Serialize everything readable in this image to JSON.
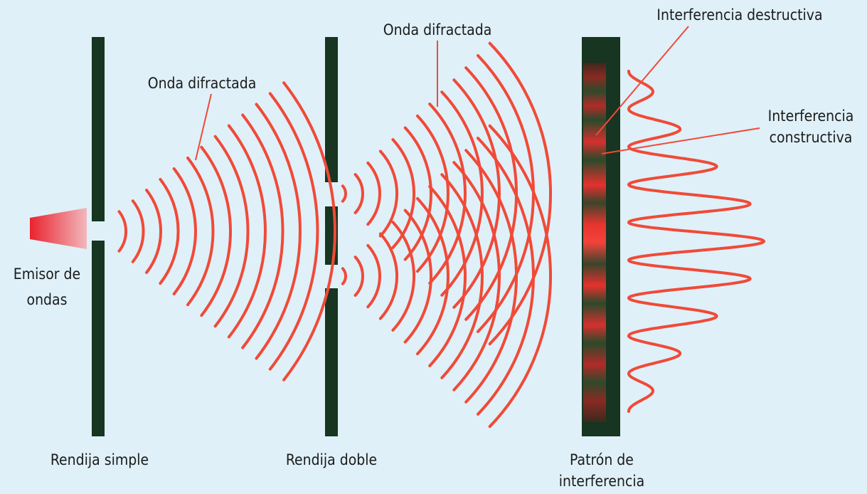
{
  "labels": {
    "emitter_line1": "Emisor de",
    "emitter_line2": "ondas",
    "single_slit": "Rendija simple",
    "double_slit": "Rendija doble",
    "pattern_line1": "Patrón de",
    "pattern_line2": "interferencia",
    "diffracted_wave_1": "Onda difractada",
    "diffracted_wave_2": "Onda difractada",
    "destructive": "Interferencia destructiva",
    "constructive_line1": "Interferencia",
    "constructive_line2": "constructiva"
  },
  "colors": {
    "background": "#dff0f8",
    "wave": "#f04a38",
    "barrier": "#173521",
    "text": "#1b1b1b"
  }
}
